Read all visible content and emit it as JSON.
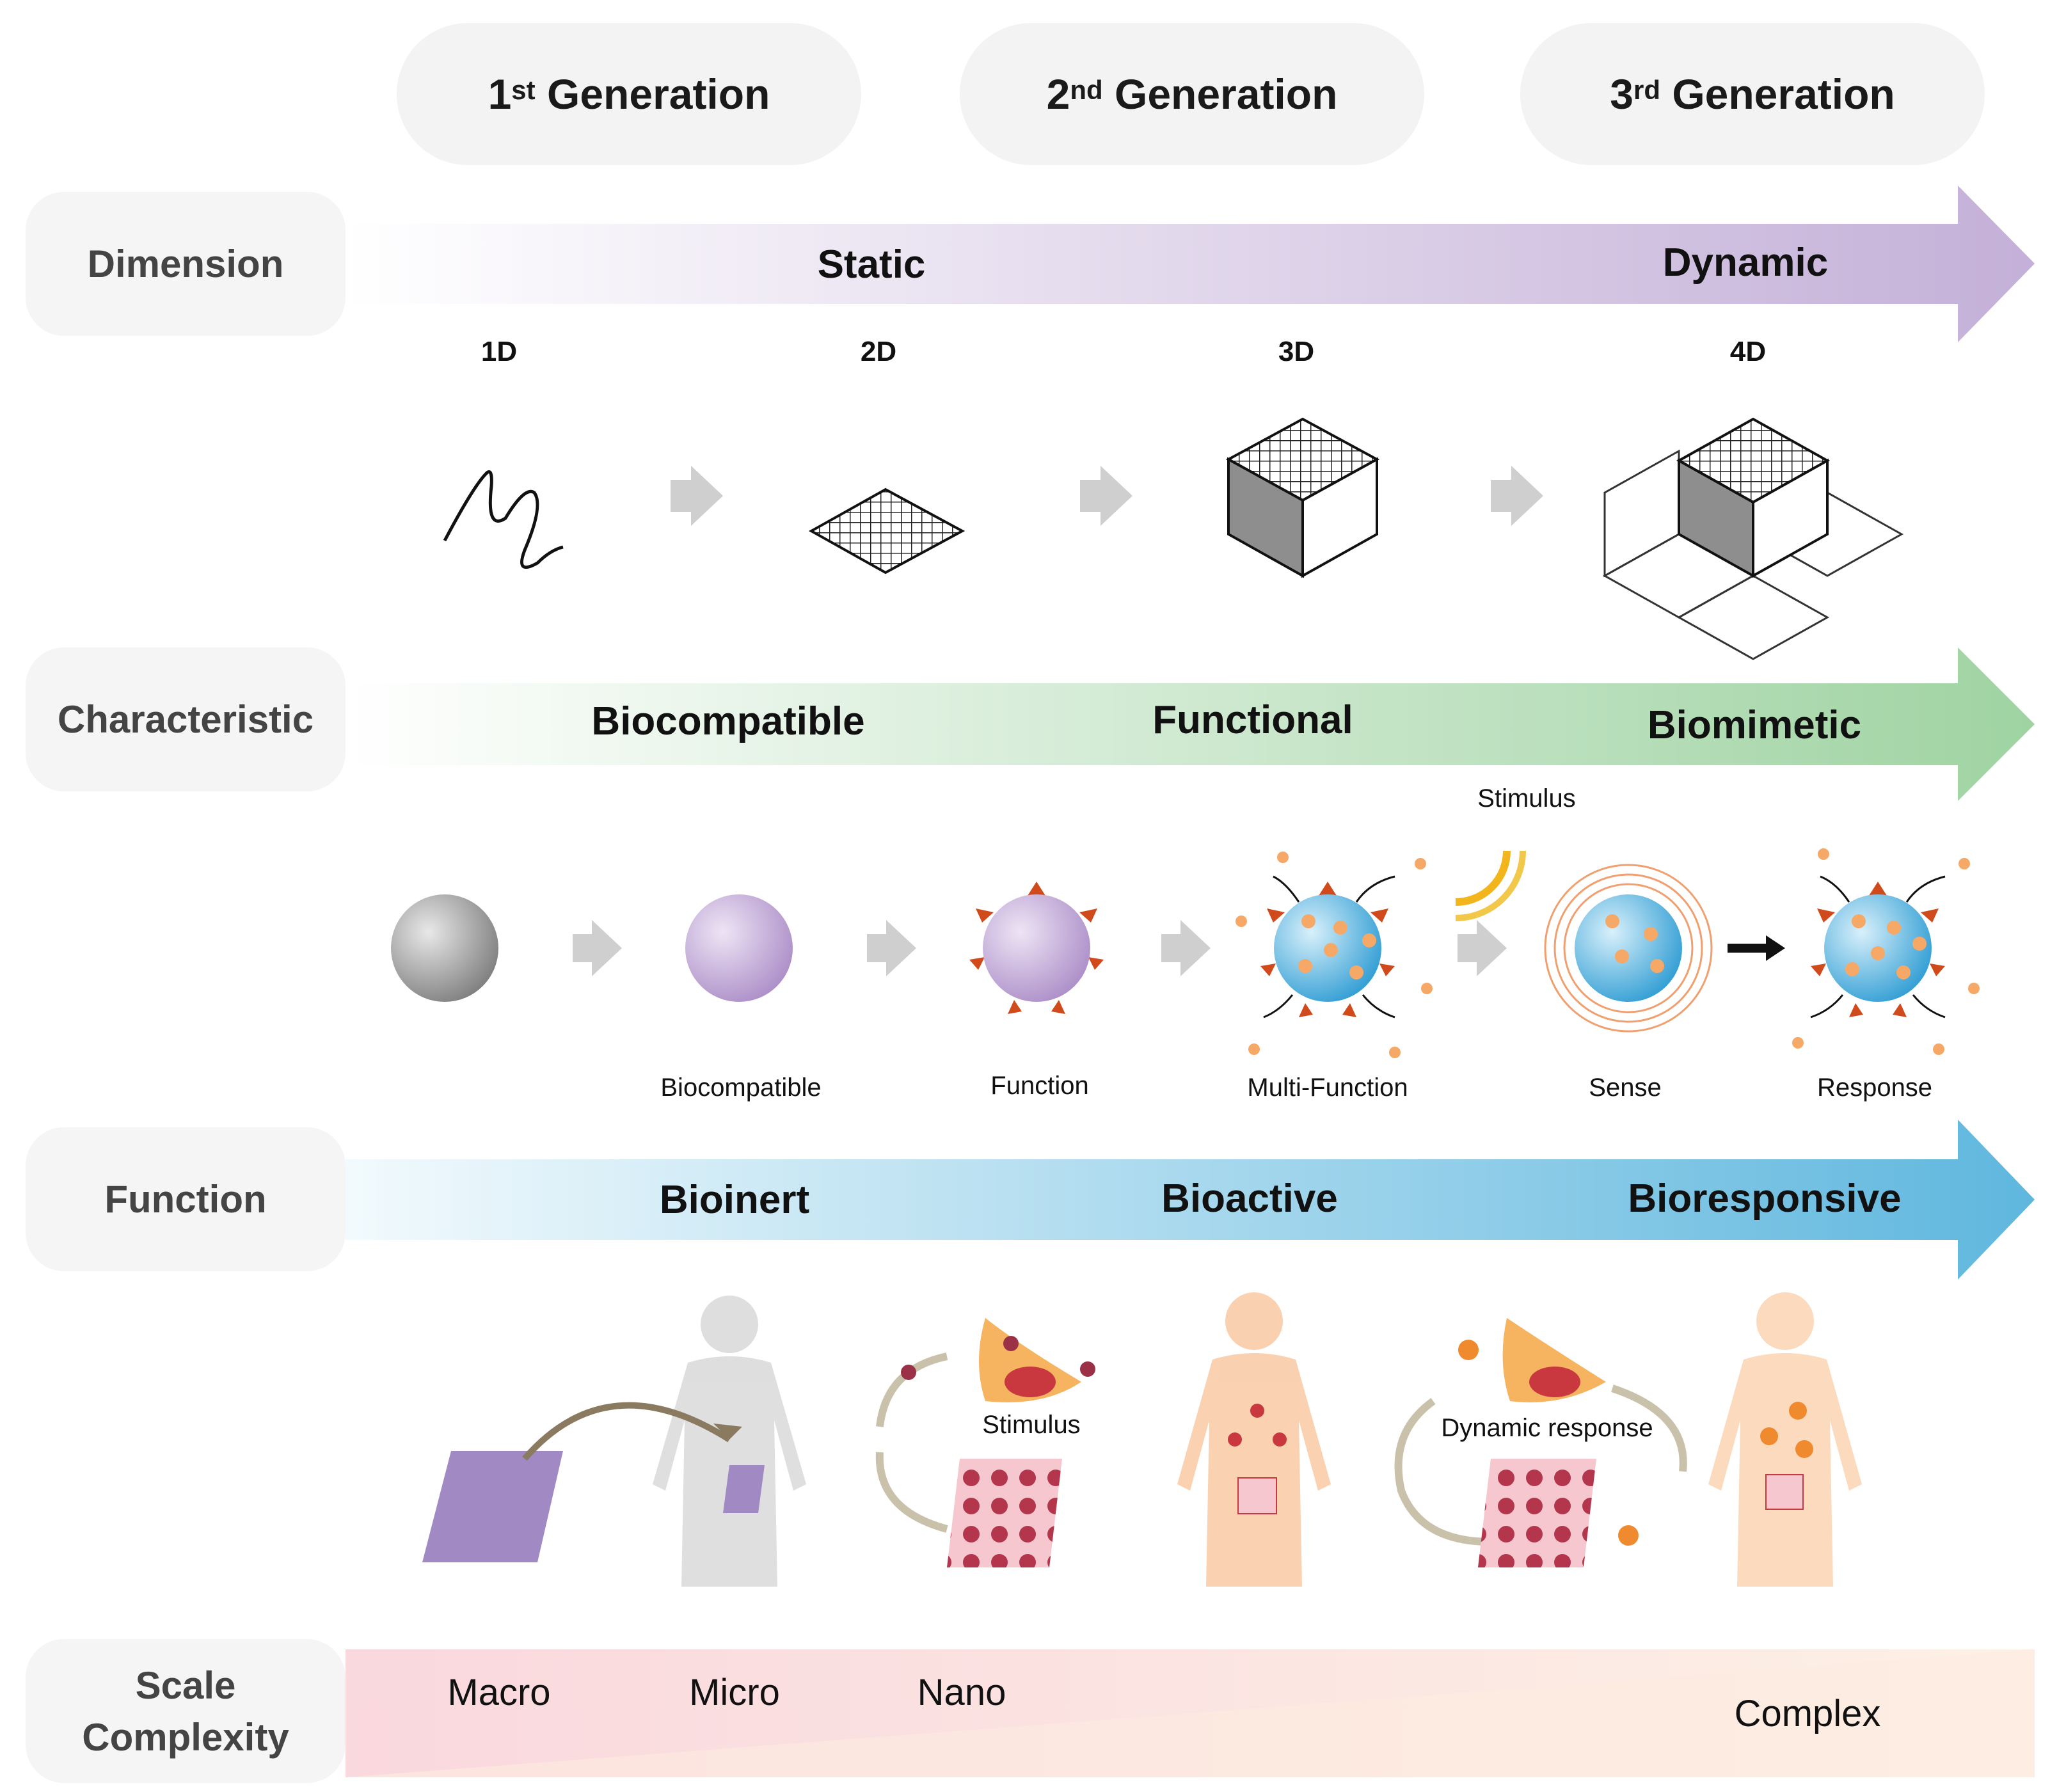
{
  "generations": [
    {
      "num": "1",
      "sup": "st",
      "word": "Generation"
    },
    {
      "num": "2",
      "sup": "nd",
      "word": "Generation"
    },
    {
      "num": "3",
      "sup": "rd",
      "word": "Generation"
    }
  ],
  "rows": {
    "dimension": {
      "label": "Dimension",
      "left_text": "Static",
      "right_text": "Dynamic",
      "stages": [
        "1D",
        "2D",
        "3D",
        "4D"
      ],
      "color": "#c7b3da"
    },
    "characteristic": {
      "label": "Characteristic",
      "texts": [
        "Biocompatible",
        "Functional",
        "Biomimetic"
      ],
      "stimulus_label": "Stimulus",
      "captions": [
        "Biocompatible",
        "Function",
        "Multi-Function",
        "Sense",
        "Response"
      ],
      "color": "#a6d8a8"
    },
    "function": {
      "label": "Function",
      "texts": [
        "Bioinert",
        "Bioactive",
        "Bioresponsive"
      ],
      "annotations": [
        "Stimulus",
        "Dynamic response"
      ],
      "color": "#6bbde0"
    },
    "scale": {
      "label_line1": "Scale",
      "label_line2": "Complexity",
      "items": [
        "Macro",
        "Micro",
        "Nano"
      ],
      "right_text": "Complex"
    }
  }
}
